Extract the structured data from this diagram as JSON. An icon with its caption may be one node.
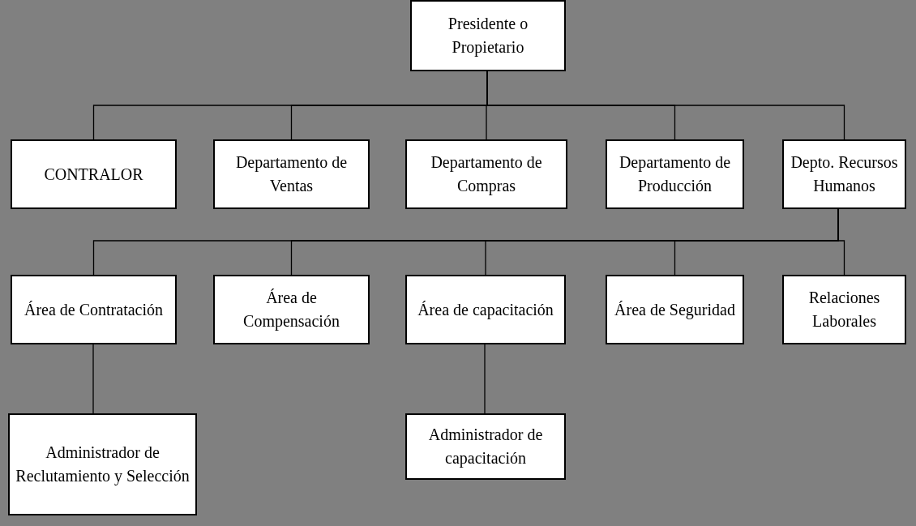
{
  "diagram": {
    "nodes": [
      {
        "text": [
          "Presidente o Propietario"
        ]
      },
      {
        "text": [
          "CONTRALOR"
        ]
      },
      {
        "text": [
          "Departamento de Ventas"
        ]
      },
      {
        "text": [
          "Departamento de Compras"
        ]
      },
      {
        "text": [
          "Departamento de Producción"
        ]
      },
      {
        "text": [
          "Depto. Recursos Humanos"
        ]
      },
      {
        "text": [
          "Área de Contratación"
        ]
      },
      {
        "text": [
          "Área de Compensación"
        ]
      },
      {
        "text": [
          "Área de capacitación"
        ]
      },
      {
        "text": [
          "Área de Seguridad"
        ]
      },
      {
        "text": [
          "Relaciones Laborales"
        ]
      },
      {
        "text": [
          "Administrador de Reclutamiento y Selección"
        ]
      },
      {
        "text": [
          "Administrador de capacitación"
        ]
      }
    ],
    "edges": [
      {
        "from": 0,
        "to": 1,
        "arrow": "none"
      },
      {
        "from": 0,
        "to": 2,
        "arrow": "none"
      },
      {
        "from": 0,
        "to": 3,
        "arrow": "none"
      },
      {
        "from": 0,
        "to": 4,
        "arrow": "none"
      },
      {
        "from": 0,
        "to": 5,
        "arrow": "none"
      },
      {
        "from": 5,
        "to": 6,
        "arrow": "none"
      },
      {
        "from": 5,
        "to": 7,
        "arrow": "none"
      },
      {
        "from": 5,
        "to": 8,
        "arrow": "none"
      },
      {
        "from": 5,
        "to": 9,
        "arrow": "none"
      },
      {
        "from": 5,
        "to": 10,
        "arrow": "none"
      },
      {
        "from": 6,
        "to": 11,
        "arrow": "none"
      },
      {
        "from": 8,
        "to": 12,
        "arrow": "none"
      }
    ]
  }
}
